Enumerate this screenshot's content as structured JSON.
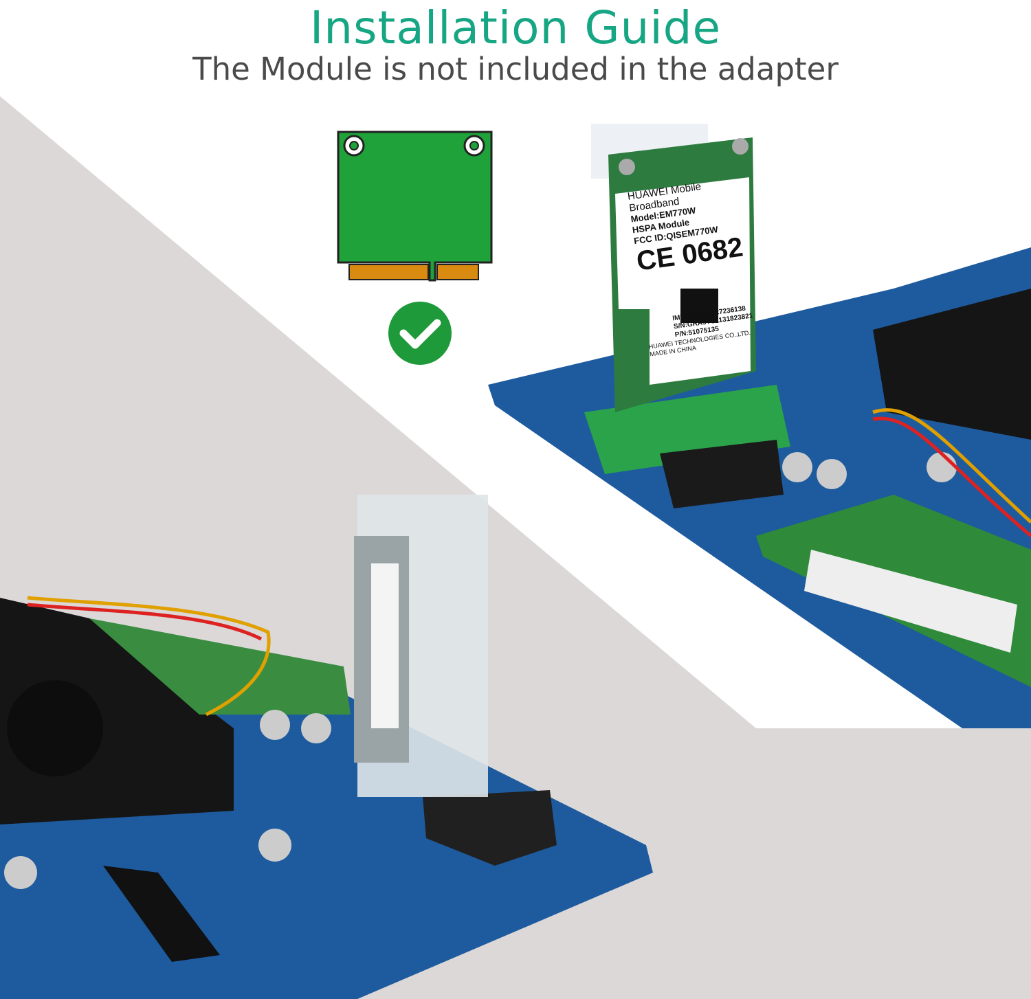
{
  "header": {
    "title": "Installation Guide",
    "subtitle": "The Module is not included in the adapter"
  },
  "module_label": {
    "brand": "HUAWEI Mobile Broadband",
    "model": "Model:EM770W",
    "type": "HSPA Module",
    "fcc": "FCC ID:QISEM770W",
    "ce": "CE 0682",
    "imei": "IMEI:357030027236138",
    "sn": "S/N:GRA5TC1131823821",
    "pn": "P/N:51075135",
    "maker": "HUAWEI TECHNOLOGIES CO.,LTD.",
    "origin": "MADE IN CHINA"
  },
  "colors": {
    "title": "#17a683",
    "subtitle": "#4a4a4a",
    "background_gray": "#dcd8d8",
    "card_green": "#1fa23a",
    "check_green": "#1e9a3a",
    "board_blue": "#1e5b9e"
  },
  "icons": [
    "half-mini-card-icon",
    "check-circle-icon"
  ]
}
